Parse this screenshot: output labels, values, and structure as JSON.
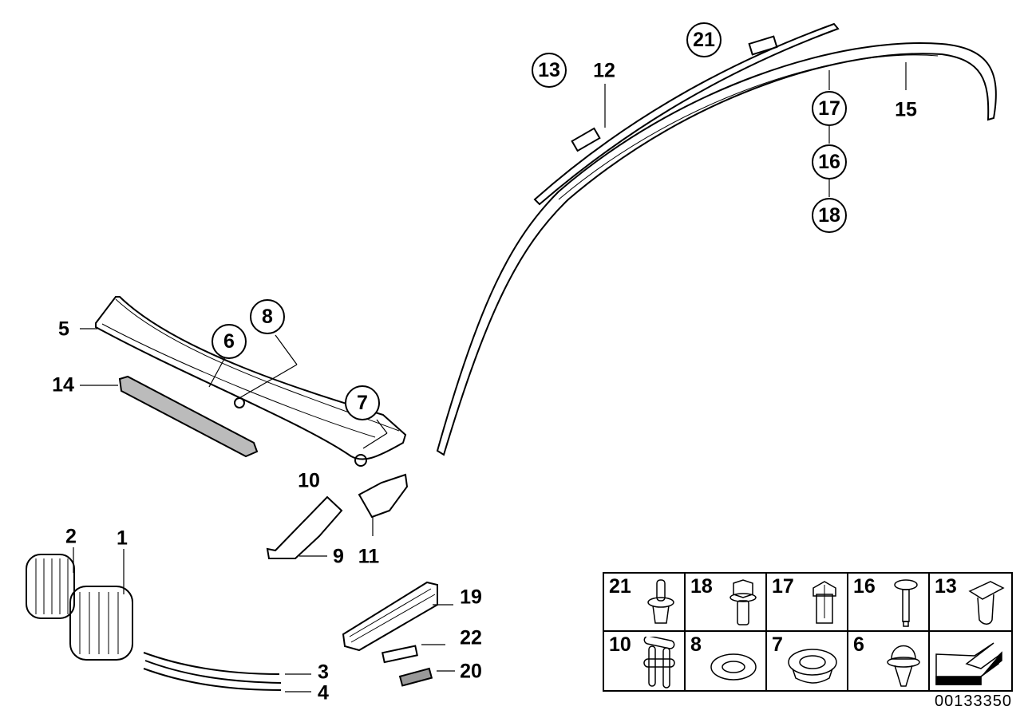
{
  "diagram": {
    "type": "exploded-parts-diagram",
    "document_number": "00133350",
    "callouts": [
      {
        "id": "1",
        "style": "plain"
      },
      {
        "id": "2",
        "style": "plain"
      },
      {
        "id": "3",
        "style": "plain"
      },
      {
        "id": "4",
        "style": "plain"
      },
      {
        "id": "5",
        "style": "plain"
      },
      {
        "id": "6",
        "style": "circled"
      },
      {
        "id": "7",
        "style": "circled"
      },
      {
        "id": "8",
        "style": "circled"
      },
      {
        "id": "9",
        "style": "plain"
      },
      {
        "id": "10",
        "style": "plain"
      },
      {
        "id": "11",
        "style": "plain"
      },
      {
        "id": "12",
        "style": "plain"
      },
      {
        "id": "13",
        "style": "circled"
      },
      {
        "id": "14",
        "style": "plain"
      },
      {
        "id": "15",
        "style": "plain"
      },
      {
        "id": "16",
        "style": "circled"
      },
      {
        "id": "17",
        "style": "circled"
      },
      {
        "id": "18",
        "style": "circled"
      },
      {
        "id": "19",
        "style": "plain"
      },
      {
        "id": "20",
        "style": "plain"
      },
      {
        "id": "21",
        "style": "circled"
      },
      {
        "id": "22",
        "style": "plain"
      }
    ],
    "labels": {
      "l1": "1",
      "l2": "2",
      "l3": "3",
      "l4": "4",
      "l5": "5",
      "l6": "6",
      "l7": "7",
      "l8": "8",
      "l9": "9",
      "l10": "10",
      "l11": "11",
      "l12": "12",
      "l13": "13",
      "l14": "14",
      "l15": "15",
      "l16": "16",
      "l17": "17",
      "l18": "18",
      "l19": "19",
      "l20": "20",
      "l21": "21",
      "l22": "22"
    },
    "small_parts_table": {
      "rows": [
        [
          {
            "num": "21",
            "icon": "push-rivet"
          },
          {
            "num": "18",
            "icon": "hex-bolt"
          },
          {
            "num": "17",
            "icon": "clip-nut"
          },
          {
            "num": "16",
            "icon": "pin-screw"
          },
          {
            "num": "13",
            "icon": "spring-clip"
          }
        ],
        [
          {
            "num": "10",
            "icon": "double-clip"
          },
          {
            "num": "8",
            "icon": "grommet-flat"
          },
          {
            "num": "7",
            "icon": "grommet-deep"
          },
          {
            "num": "6",
            "icon": "expanding-rivet"
          },
          {
            "num": "",
            "icon": "direction-arrow"
          }
        ]
      ]
    }
  }
}
